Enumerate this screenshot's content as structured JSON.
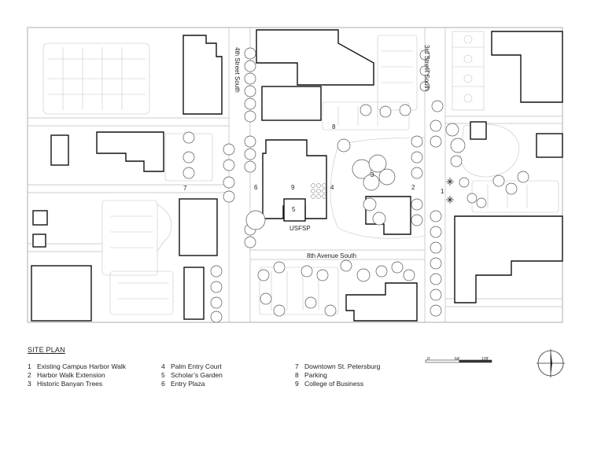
{
  "streets": {
    "fourth": "4th Street South",
    "third": "3rd Street South",
    "eighth_ave": "8th Avenue South"
  },
  "markers": [
    "1",
    "2",
    "3",
    "4",
    "5",
    "6",
    "7",
    "8",
    "9"
  ],
  "building_sign": "USFSP",
  "legend": {
    "title": "SITE PLAN",
    "columns": [
      [
        {
          "num": "1",
          "label": "Existing Campus Harbor Walk"
        },
        {
          "num": "2",
          "label": "Harbor Walk Extension"
        },
        {
          "num": "3",
          "label": "Historic Banyan Trees"
        }
      ],
      [
        {
          "num": "4",
          "label": "Palm Entry Court"
        },
        {
          "num": "5",
          "label": "Scholar’s Garden"
        },
        {
          "num": "6",
          "label": "Entry Plaza"
        }
      ],
      [
        {
          "num": "7",
          "label": "Downtown St. Petersburg"
        },
        {
          "num": "8",
          "label": "Parking"
        },
        {
          "num": "9",
          "label": "College of Business"
        }
      ]
    ]
  },
  "scale": {
    "labels": [
      "0'",
      "64'",
      "128'"
    ]
  }
}
